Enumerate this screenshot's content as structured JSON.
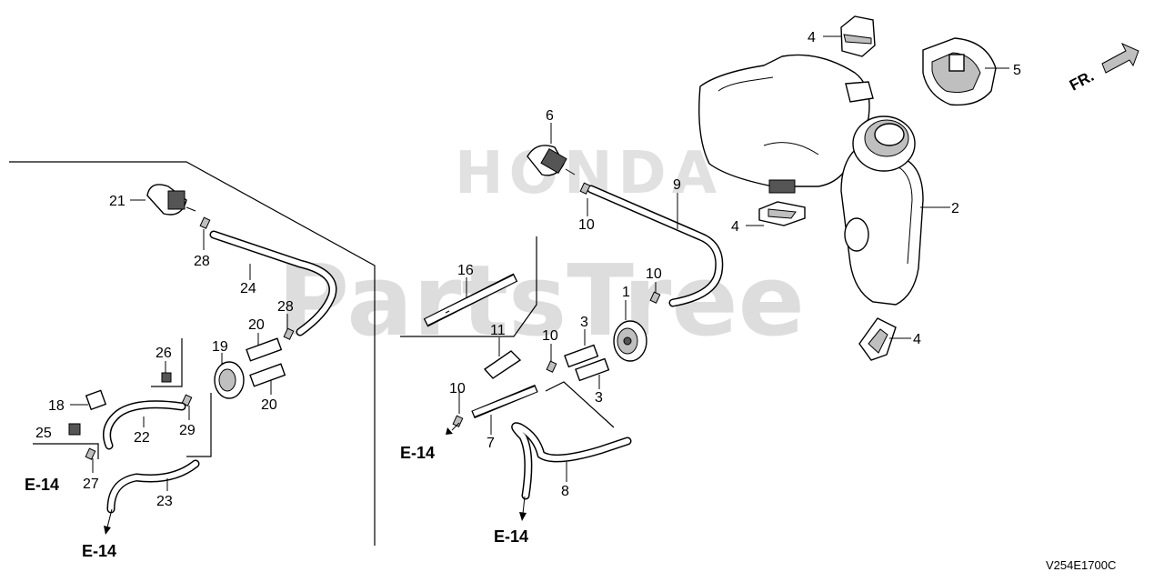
{
  "diagram": {
    "watermark_brand": "HONDA",
    "watermark_site": "PartsTree",
    "direction_label": "FR.",
    "diagram_code": "V254E1700C",
    "reference": "E-14",
    "callouts": {
      "c1": "1",
      "c2": "2",
      "c3a": "3",
      "c3b": "3",
      "c4a": "4",
      "c4b": "4",
      "c4c": "4",
      "c5": "5",
      "c6": "6",
      "c7": "7",
      "c8": "8",
      "c9": "9",
      "c10a": "10",
      "c10b": "10",
      "c10c": "10",
      "c10d": "10",
      "c11": "11",
      "c16": "16",
      "c18": "18",
      "c19": "19",
      "c20a": "20",
      "c20b": "20",
      "c21": "21",
      "c22": "22",
      "c23": "23",
      "c24": "24",
      "c25": "25",
      "c26": "26",
      "c27": "27",
      "c28a": "28",
      "c28b": "28",
      "c29": "29"
    }
  }
}
